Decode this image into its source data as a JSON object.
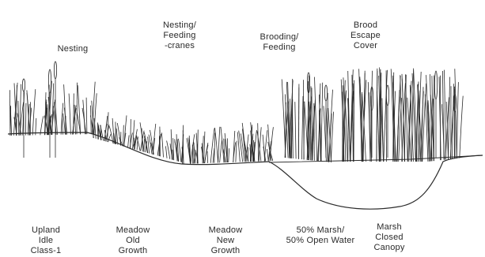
{
  "top_labels": {
    "nesting": "Nesting",
    "nesting_feeding": "Nesting/\nFeeding\n-cranes",
    "brooding_feeding": "Brooding/\nFeeding",
    "brood_escape": "Brood\nEscape\nCover"
  },
  "bottom_labels": {
    "upland": "Upland\nIdle\nClass-1",
    "meadow_old": "Meadow\nOld\nGrowth",
    "meadow_new": "Meadow\nNew\nGrowth",
    "marsh_open": "50% Marsh/\n50% Open Water",
    "marsh_closed": "Marsh\nClosed\nCanopy"
  },
  "colors": {
    "ink": "#2b2b2b",
    "paper": "#ffffff"
  }
}
